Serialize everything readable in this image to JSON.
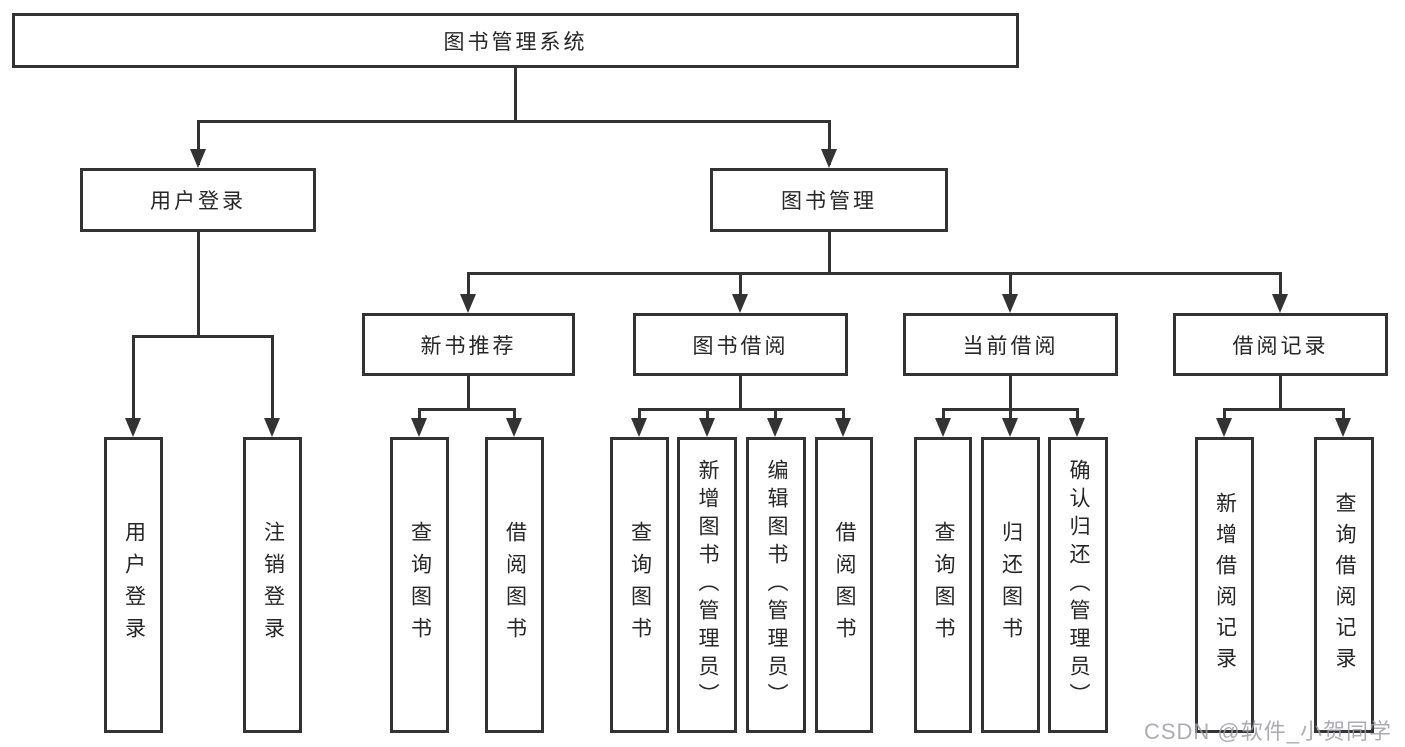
{
  "colors": {
    "line": "#333333",
    "box_background": "#ffffff",
    "text": "#262626",
    "watermark": "#9e9ea4"
  },
  "watermark": "CSDN @软件_小贺同学",
  "nodes": {
    "root": {
      "label": "图书管理系统"
    },
    "level2": [
      {
        "label": "用户登录"
      },
      {
        "label": "图书管理"
      }
    ],
    "level3": [
      {
        "label": "新书推荐"
      },
      {
        "label": "图书借阅"
      },
      {
        "label": "当前借阅"
      },
      {
        "label": "借阅记录"
      }
    ],
    "leaves": [
      {
        "label": "用户登录"
      },
      {
        "label": "注销登录"
      },
      {
        "label": "查询图书"
      },
      {
        "label": "借阅图书"
      },
      {
        "label": "查询图书"
      },
      {
        "label": "新增图书（管理员）"
      },
      {
        "label": "编辑图书（管理员）"
      },
      {
        "label": "借阅图书"
      },
      {
        "label": "查询图书"
      },
      {
        "label": "归还图书"
      },
      {
        "label": "确认归还（管理员）"
      },
      {
        "label": "新增借阅记录"
      },
      {
        "label": "查询借阅记录"
      }
    ]
  }
}
